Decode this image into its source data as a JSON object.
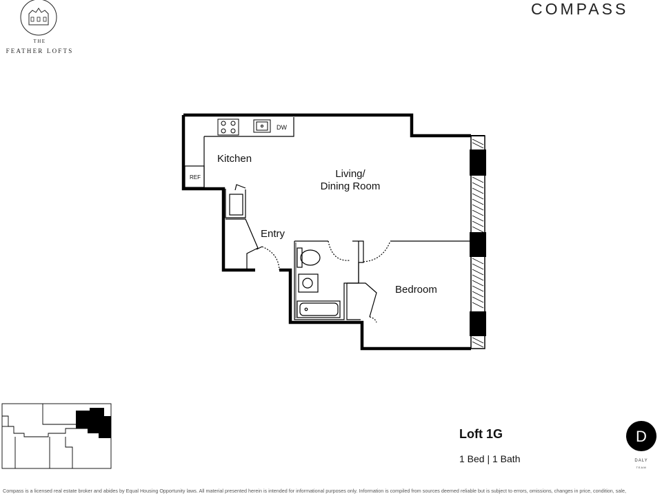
{
  "brand": {
    "line1": "THE",
    "line2": "FEATHER LOFTS"
  },
  "compass": {
    "text": "COMPASS"
  },
  "floorplan": {
    "rooms": {
      "kitchen": "Kitchen",
      "living_line1": "Living/",
      "living_line2": "Dining Room",
      "entry": "Entry",
      "bedroom": "Bedroom"
    },
    "fixtures": {
      "ref": "REF",
      "dw": "DW"
    }
  },
  "unit": {
    "name": "Loft 1G",
    "beds_baths": "1 Bed | 1 Bath"
  },
  "team": {
    "monogram": "D",
    "line1": "DALY",
    "line2": "TEAM"
  },
  "disclaimer": "Compass is a licensed real estate broker and abides by Equal Housing Opportunity laws. All material presented herein is intended for informational purposes only. Information is compiled from sources deemed reliable but is subject to errors, omissions, changes in price, condition, sale,"
}
